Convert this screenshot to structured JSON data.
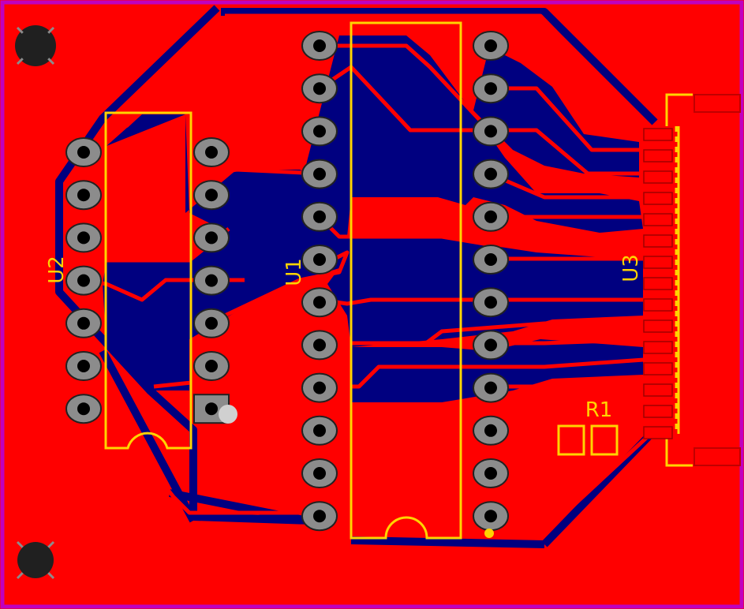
{
  "colors": {
    "copper": "#ff0000",
    "ground_fill": "#000080",
    "silkscreen": "#ffd400",
    "edge_cuts": "#c000c0",
    "pad": "#8c8c8c",
    "drill": "#000000"
  },
  "components": [
    {
      "designator": "U2",
      "kind": "dip-14"
    },
    {
      "designator": "U1",
      "kind": "dip-24"
    },
    {
      "designator": "U3",
      "kind": "fpc-connector-15"
    },
    {
      "designator": "R1",
      "kind": "smd-resistor"
    }
  ],
  "mounting_holes": 2
}
